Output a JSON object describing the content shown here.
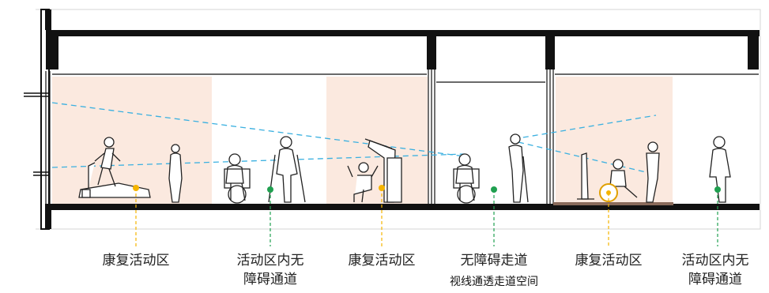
{
  "colors": {
    "rehab_zone": "#fbe9df",
    "wall": "#111111",
    "sightline": "#3ab0e0",
    "rehab_marker": "#f5b400",
    "passage_marker": "#20a050",
    "floor_rug": "#8a6a5a"
  },
  "zones": [
    {
      "type": "rehab",
      "label": "康复活动区",
      "marker": "rehab"
    },
    {
      "type": "passage",
      "label_line1": "活动区内无",
      "label_line2": "障碍通道",
      "marker": "passage"
    },
    {
      "type": "rehab",
      "label": "康复活动区",
      "marker": "rehab"
    },
    {
      "type": "corridor",
      "label": "无障碍走道",
      "sublabel": "视线通透走道空间",
      "marker": "passage"
    },
    {
      "type": "rehab",
      "label": "康复活动区",
      "marker": "rehab"
    },
    {
      "type": "passage",
      "label_line1": "活动区内无",
      "label_line2": "障碍通道",
      "marker": "passage"
    }
  ]
}
